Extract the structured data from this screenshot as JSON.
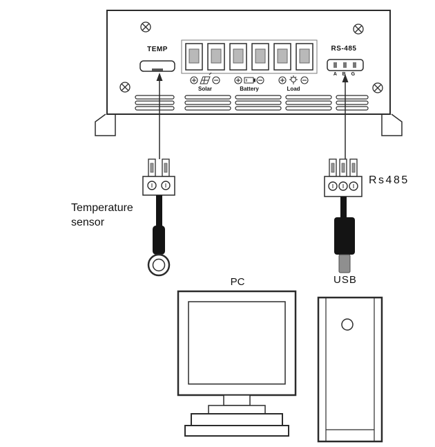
{
  "controller": {
    "temp_port_label": "TEMP",
    "rs485_port_label": "RS-485",
    "rs485_pins_label": "A B G",
    "terminals": {
      "terminal_count": 6,
      "groups": [
        {
          "label": "Solar",
          "icon": "solar-panel-icon",
          "polarity": [
            "+",
            "-"
          ]
        },
        {
          "label": "Battery",
          "icon": "battery-icon",
          "polarity": [
            "+",
            "-"
          ]
        },
        {
          "label": "Load",
          "icon": "load-icon",
          "polarity": [
            "+",
            "-"
          ]
        }
      ]
    },
    "icons": {
      "corner_screws": "phillips-screw-icon",
      "vents": "vent-grille"
    }
  },
  "callouts": {
    "temperature_sensor": {
      "line1": "Temperature",
      "line2": "sensor"
    },
    "rs485_connector_label": "Rs485",
    "usb_label": "USB",
    "pc_label": "PC"
  },
  "colors": {
    "line": "#2b2b2b",
    "cable_black": "#141414",
    "terminal_gray": "#b9b9b9",
    "usb_metal": "#8f8f8f"
  }
}
